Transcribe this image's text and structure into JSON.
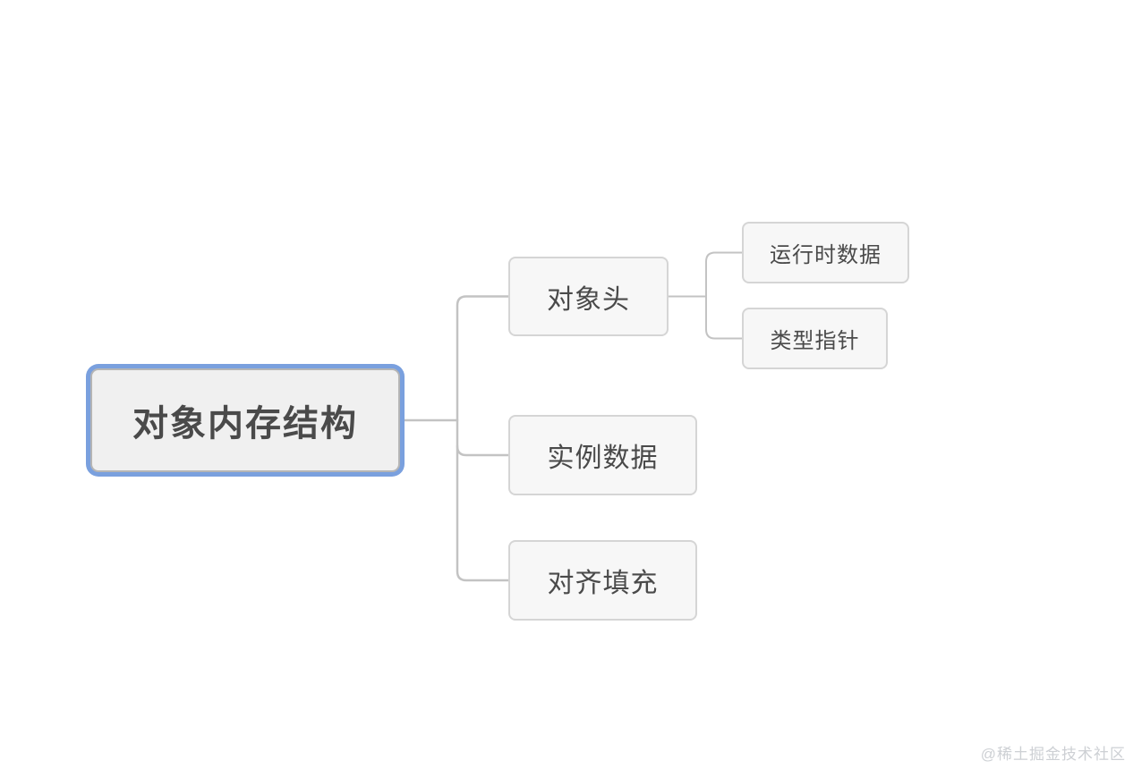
{
  "colors": {
    "background": "#ffffff",
    "connector": "#c3c3c3",
    "node_fill": "#f7f7f7",
    "node_border": "#d5d5d5",
    "root_fill": "#f0f0f0",
    "root_border": "#b5b5b5",
    "root_ring": "#7aa0de",
    "text": "#4a4a4a",
    "watermark": "#cdd0d4"
  },
  "mindmap": {
    "root": {
      "label": "对象内存结构"
    },
    "level1": [
      {
        "id": "object-header",
        "label": "对象头"
      },
      {
        "id": "instance-data",
        "label": "实例数据"
      },
      {
        "id": "alignment-padding",
        "label": "对齐填充"
      }
    ],
    "level2": [
      {
        "id": "runtime-data",
        "label": "运行时数据"
      },
      {
        "id": "type-pointer",
        "label": "类型指针"
      }
    ]
  },
  "watermark": {
    "text": "@稀土掘金技术社区"
  }
}
